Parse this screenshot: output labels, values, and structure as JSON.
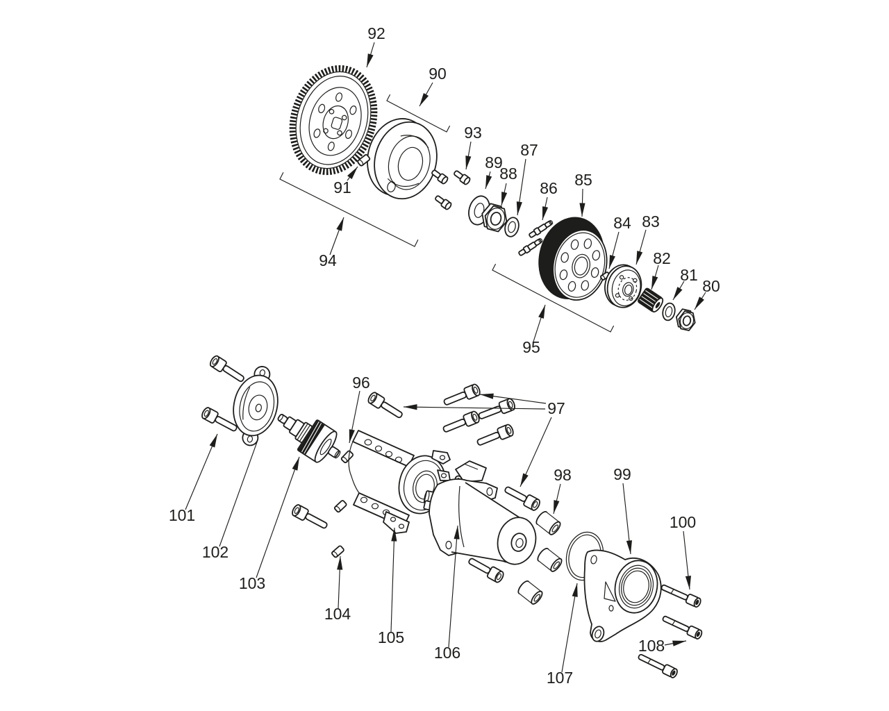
{
  "figure": {
    "type": "exploded-parts-diagram",
    "background": "#ffffff",
    "line_color": "#1d1d1b",
    "callouts": [
      {
        "label": "80"
      },
      {
        "label": "81"
      },
      {
        "label": "82"
      },
      {
        "label": "83"
      },
      {
        "label": "84"
      },
      {
        "label": "85"
      },
      {
        "label": "86"
      },
      {
        "label": "87"
      },
      {
        "label": "88"
      },
      {
        "label": "89"
      },
      {
        "label": "90"
      },
      {
        "label": "91"
      },
      {
        "label": "92"
      },
      {
        "label": "93"
      },
      {
        "label": "94"
      },
      {
        "label": "95"
      },
      {
        "label": "96"
      },
      {
        "label": "97"
      },
      {
        "label": "98"
      },
      {
        "label": "99"
      },
      {
        "label": "100"
      },
      {
        "label": "101"
      },
      {
        "label": "102"
      },
      {
        "label": "103"
      },
      {
        "label": "104"
      },
      {
        "label": "105"
      },
      {
        "label": "106"
      },
      {
        "label": "107"
      },
      {
        "label": "108"
      }
    ]
  }
}
